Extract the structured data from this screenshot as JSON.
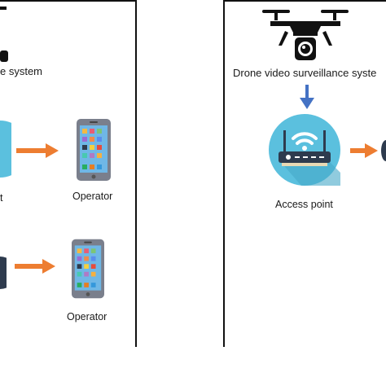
{
  "left_panel": {
    "system_label": "e system",
    "access_point_label": "t",
    "operators": [
      {
        "label": "Operator"
      },
      {
        "label": "Operator"
      }
    ]
  },
  "right_panel": {
    "system_label": "Drone video surveillance syste",
    "access_point_label": "Access point"
  },
  "colors": {
    "arrow_orange": "#ed7d31",
    "arrow_blue": "#4472c4",
    "circle_blue": "#5bc0de",
    "router_dark": "#2e3b4e",
    "phone_gray": "#7a7f8c"
  },
  "icons": [
    "drone-icon",
    "router-icon",
    "smartphone-icon",
    "arrow-right-icon",
    "arrow-down-icon"
  ]
}
